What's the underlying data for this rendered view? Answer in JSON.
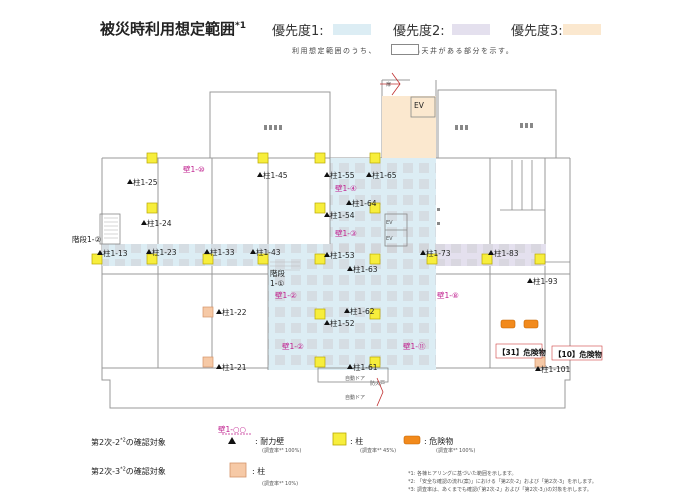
{
  "title": "被災時利用想定範囲",
  "title_sup": "*1",
  "priorities": [
    {
      "label": "優先度1:",
      "color": "#dcedf4"
    },
    {
      "label": "優先度2:",
      "color": "#e4e0ee"
    },
    {
      "label": "優先度3:",
      "color": "#fbe8cf"
    }
  ],
  "ceiling_note": {
    "before": "利用想定範囲のうち、",
    "after": "吊天井がある部分を示す。"
  },
  "column_labels": [
    "柱1-25",
    "柱1-45",
    "柱1-55",
    "柱1-65",
    "柱1-24",
    "柱1-64",
    "柱1-54",
    "柱1-13",
    "柱1-23",
    "柱1-33",
    "柱1-43",
    "柱1-53",
    "柱1-63",
    "柱1-73",
    "柱1-83",
    "柱1-93",
    "柱1-22",
    "柱1-52",
    "柱1-62",
    "柱1-21",
    "柱1-61",
    "柱1-101"
  ],
  "wall_labels": [
    "壁1-⑩",
    "壁1-④",
    "壁1-③",
    "壁1-②",
    "壁1-⑧",
    "壁1-②",
    "壁1-⑪"
  ],
  "stair_labels": [
    "階段1-②",
    "階段",
    "1-①"
  ],
  "misc_labels": {
    "ev": "EV",
    "door": "扉",
    "door2": "自動ドア",
    "door3": "防火戸",
    "door4": "自動ドア"
  },
  "dangers": [
    "【31】危険物",
    "【10】危険物"
  ],
  "legend": {
    "row1_title": "第2次-2",
    "row1_sup": "*2",
    "row1_suffix": "の確認対象",
    "row2_title": "第2次-3",
    "row2_sup": "*2",
    "row2_suffix": "の確認対象",
    "wall_sample": "壁1-○○",
    "wall_item": ": 耐力壁",
    "wall_rate": "(調査率*³ 100%)",
    "column_item": ": 柱",
    "column_rate": "(調査率*³ 45%)",
    "danger_item": ": 危険物",
    "danger_rate": "(調査率*³ 100%)",
    "column2_item": ": 柱",
    "column2_rate": "(調査率*³ 10%)"
  },
  "footnotes": [
    "*1: 各棟ヒアリングに基づいた範囲を示します。",
    "*2: 「安全な確認の流れ(案)」における「第2次-2」および「第2次-3」を示します。",
    "*3: 調査率は、あくまでも確認(「第2次-2」および「第2次-3」)の対象を示します。"
  ]
}
